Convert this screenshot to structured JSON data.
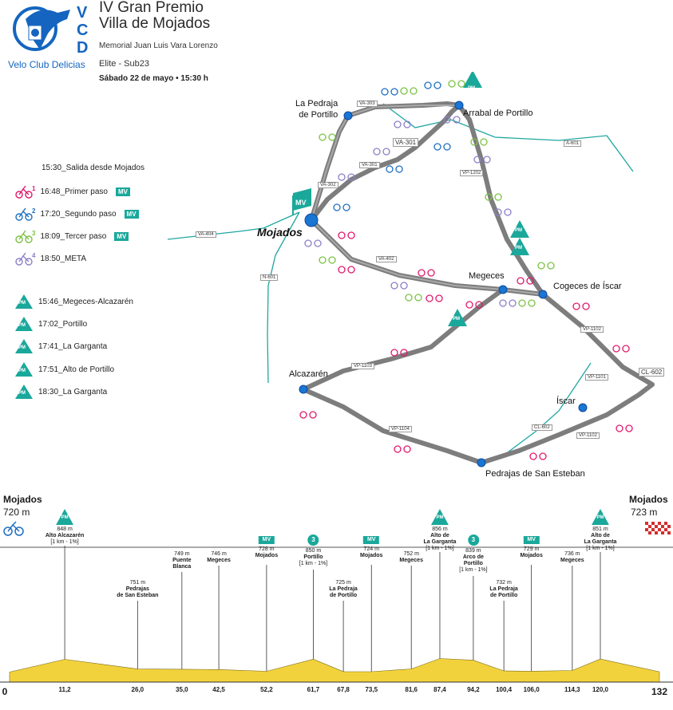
{
  "header": {
    "title_line1": "IV Gran Premio",
    "title_line2": "Villa de Mojados",
    "memorial": "Memorial Juan Luis Vara Lorenzo",
    "category": "Elite - Sub23",
    "date": "Sábado 22 de mayo • 15:30 h",
    "club": "Velo Club Delicias",
    "logo_letters": "VCD"
  },
  "legend": {
    "start": "15:30_Salida desde Mojados",
    "passes": [
      {
        "num": "1",
        "label": "16:48_Primer paso",
        "badge": "MV",
        "color": "#e0186c"
      },
      {
        "num": "2",
        "label": "17:20_Segundo paso",
        "badge": "MV",
        "color": "#1e6fc0"
      },
      {
        "num": "3",
        "label": "18:09_Tercer paso",
        "badge": "MV",
        "color": "#7cc242"
      },
      {
        "num": "4",
        "label": "18:50_META",
        "badge": "",
        "color": "#8b7fc8"
      }
    ],
    "pm_icon_text": "PM",
    "pm": [
      "15:46_Megeces-Alcazarén",
      "17:02_Portillo",
      "17:41_La Garganta",
      "17:51_Alto de Portillo",
      "18:30_La Garganta"
    ]
  },
  "map": {
    "places": {
      "pedraja": "La Pedraja\nde Portillo",
      "arrabal": "Arrabal de Portillo",
      "mojados": "Mojados",
      "megeces": "Megeces",
      "cogeces": "Cogeces de Íscar",
      "alcazaren": "Alcazarén",
      "iscar": "Íscar",
      "pedrajas": "Pedrajas de San Esteban"
    },
    "roads": [
      "VA-303",
      "VA-301",
      "VA-301",
      "VA-302",
      "A-601",
      "VP-1202",
      "VA-404",
      "N-601",
      "VA-402",
      "VP-1102",
      "VP-1101",
      "CL-602",
      "VP-1103",
      "VP-1104",
      "CL-602",
      "VP-1102"
    ],
    "mv_text": "MV",
    "pm_text": "PM"
  },
  "profile": {
    "start_city": "Mojados",
    "start_alt": "720 m",
    "end_city": "Mojados",
    "end_alt": "723 m",
    "start_km": "0",
    "end_km": "132",
    "points": [
      {
        "km": "11,2",
        "alt": "848 m",
        "name": "Alto Alcazarén",
        "extra": "[1 km - 1%]",
        "badge": "PM"
      },
      {
        "km": "26,0",
        "alt": "751 m",
        "name": "Pedrajas\nde San Esteban",
        "extra": "",
        "badge": ""
      },
      {
        "km": "35,0",
        "alt": "749 m",
        "name": "Puente\nBlanca",
        "extra": "",
        "badge": ""
      },
      {
        "km": "42,5",
        "alt": "746 m",
        "name": "Megeces",
        "extra": "",
        "badge": ""
      },
      {
        "km": "52,2",
        "alt": "728 m",
        "name": "Mojados",
        "extra": "",
        "badge": "MV"
      },
      {
        "km": "61,7",
        "alt": "850 m",
        "name": "Portillo",
        "extra": "[1 km - 1%]",
        "badge": "3"
      },
      {
        "km": "67,8",
        "alt": "725 m",
        "name": "La Pedraja\nde Portillo",
        "extra": "",
        "badge": ""
      },
      {
        "km": "73,5",
        "alt": "724 m",
        "name": "Mojados",
        "extra": "",
        "badge": "MV"
      },
      {
        "km": "81,6",
        "alt": "752 m",
        "name": "Megeces",
        "extra": "",
        "badge": ""
      },
      {
        "km": "87,4",
        "alt": "856 m",
        "name": "Alto de\nLa Garganta",
        "extra": "[1 km - 1%]",
        "badge": "PM"
      },
      {
        "km": "94,2",
        "alt": "839 m",
        "name": "Arco de\nPortillo",
        "extra": "[1 km - 1%]",
        "badge": "3"
      },
      {
        "km": "100,4",
        "alt": "732 m",
        "name": "La Pedraja\nde Portillo",
        "extra": "",
        "badge": ""
      },
      {
        "km": "106,0",
        "alt": "729 m",
        "name": "Mojados",
        "extra": "",
        "badge": "MV"
      },
      {
        "km": "114,3",
        "alt": "736 m",
        "name": "Megeces",
        "extra": "",
        "badge": ""
      },
      {
        "km": "120,0",
        "alt": "851 m",
        "name": "Alto de\nLa Garganta",
        "extra": "[1 km - 1%]",
        "badge": "PM"
      }
    ]
  },
  "colors": {
    "route": "#8a8a8a",
    "river": "#1fa6a0",
    "node": "#1976d2",
    "profile": "#f2d23c",
    "teal": "#1aa89b"
  }
}
